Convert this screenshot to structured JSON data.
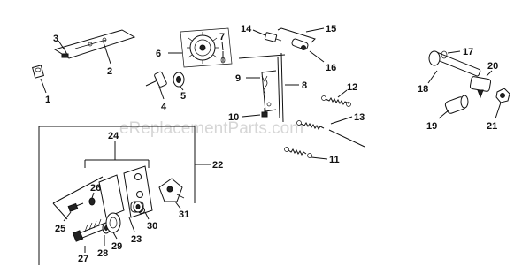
{
  "watermark": "eReplacementParts.com",
  "callouts": {
    "c1": "1",
    "c2": "2",
    "c3": "3",
    "c4": "4",
    "c5": "5",
    "c6": "6",
    "c7": "7",
    "c8": "8",
    "c9": "9",
    "c10": "10",
    "c11": "11",
    "c12": "12",
    "c13": "13",
    "c14": "14",
    "c15": "15",
    "c16": "16",
    "c17": "17",
    "c18": "18",
    "c19": "19",
    "c20": "20",
    "c21": "21",
    "c22": "22",
    "c23": "23",
    "c24": "24",
    "c25": "25",
    "c26": "26",
    "c27": "27",
    "c28": "28",
    "c29": "29",
    "c30": "30",
    "c31": "31"
  }
}
